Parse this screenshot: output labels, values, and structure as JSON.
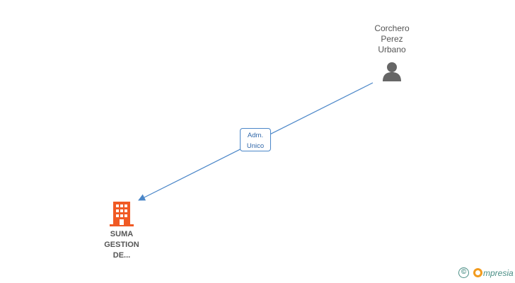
{
  "diagram": {
    "person": {
      "name_lines": [
        "Corchero",
        "Perez",
        "Urbano"
      ],
      "icon": "person-icon",
      "icon_color": "#666666"
    },
    "relation": {
      "label_lines": [
        "Adm.",
        "Unico"
      ],
      "line_color": "#4a86c8"
    },
    "company": {
      "name_lines": [
        "SUMA",
        "GESTION",
        "DE..."
      ],
      "icon": "building-icon",
      "icon_color": "#f05a24"
    }
  },
  "watermark": {
    "copyright_symbol": "©",
    "brand_initial": "",
    "brand_text": "mpresia",
    "brand_color": "#f29b1e",
    "text_color": "#4b8f86"
  }
}
